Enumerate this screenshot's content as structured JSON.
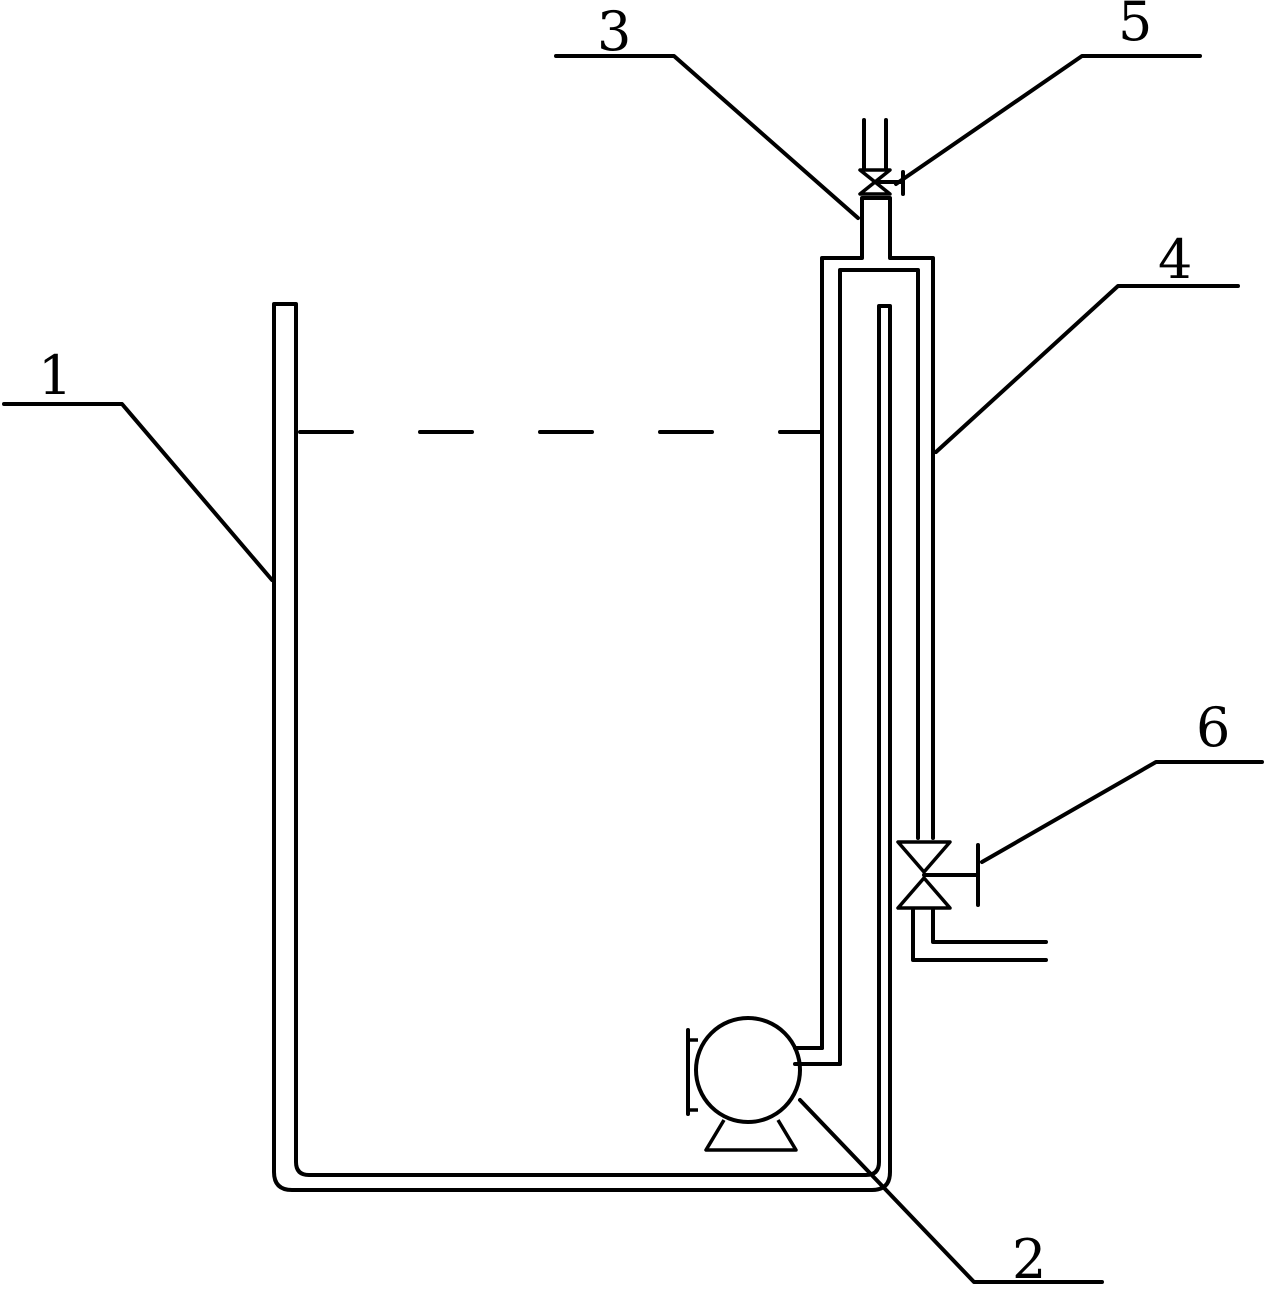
{
  "labels": {
    "tank": "1",
    "pump": "2",
    "neck": "3",
    "outer_pipe": "4",
    "top_valve": "5",
    "drain_valve": "6"
  },
  "colors": {
    "line": "#000000",
    "background": "#ffffff"
  }
}
